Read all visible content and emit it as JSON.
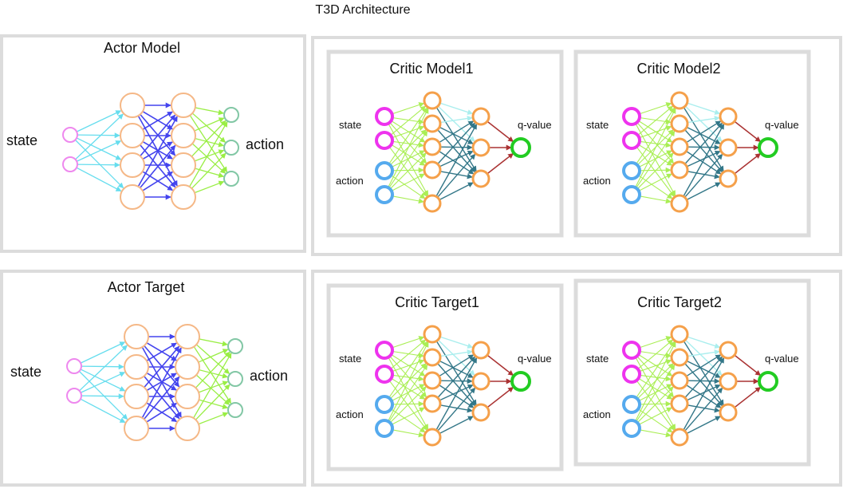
{
  "title": "T3D Architecture",
  "colors": {
    "panel_border": "#dcdcdc",
    "input_node": "#ee88ee",
    "hidden_node": "#f5b887",
    "actor_output_node": "#82c7a5",
    "critic_state_node": "#ee33ee",
    "critic_action_node": "#55aaee",
    "critic_hidden_node": "#f5a04a",
    "q_value_node": "#22cc22",
    "edge_input": "#66ddee",
    "edge_hidden": "#4444ee",
    "edge_output": "#99ee44",
    "edge_critic_in": "#aaee55",
    "edge_critic_faint": "#aaeeee",
    "edge_critic_mid": "#337788",
    "edge_critic_out": "#aa3333"
  },
  "actors": [
    {
      "title": "Actor Model",
      "input_label": "state",
      "output_label": "action"
    },
    {
      "title": "Actor Target",
      "input_label": "state",
      "output_label": "action"
    }
  ],
  "critics": [
    {
      "title": "Critic Model1",
      "state_label": "state",
      "action_label": "action",
      "output_label": "q-value"
    },
    {
      "title": "Critic Model2",
      "state_label": "state",
      "action_label": "action",
      "output_label": "q-value"
    },
    {
      "title": "Critic Target1",
      "state_label": "state",
      "action_label": "action",
      "output_label": "q-value"
    },
    {
      "title": "Critic Target2",
      "state_label": "state",
      "action_label": "action",
      "output_label": "q-value"
    }
  ]
}
